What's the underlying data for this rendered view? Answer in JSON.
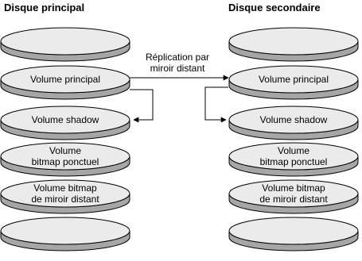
{
  "primary": {
    "title": "Disque principal",
    "volumes": [
      {
        "lines": []
      },
      {
        "lines": [
          "Volume principal"
        ]
      },
      {
        "lines": [
          "Volume shadow"
        ]
      },
      {
        "lines": [
          "Volume",
          "bitmap ponctuel"
        ]
      },
      {
        "lines": [
          "Volume bitmap",
          "de miroir distant"
        ]
      },
      {
        "lines": []
      }
    ]
  },
  "secondary": {
    "title": "Disque secondaire",
    "volumes": [
      {
        "lines": []
      },
      {
        "lines": [
          "Volume principal"
        ]
      },
      {
        "lines": [
          "Volume shadow"
        ]
      },
      {
        "lines": [
          "Volume",
          "bitmap ponctuel"
        ]
      },
      {
        "lines": [
          "Volume bitmap",
          "de miroir distant"
        ]
      },
      {
        "lines": []
      }
    ]
  },
  "replication_label": [
    "Réplication par",
    "miroir distant"
  ],
  "colors": {
    "top": "#ebebeb",
    "side": "#a6a6a6",
    "stroke": "#000000"
  }
}
